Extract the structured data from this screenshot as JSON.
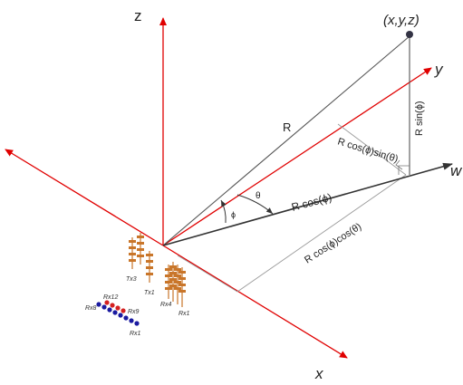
{
  "axes": {
    "z": "z",
    "y": "y",
    "x": "x",
    "w": "w"
  },
  "point_label": "(x,y,z)",
  "vector_labels": {
    "R": "R",
    "R_sin_phi": "R sin(ϕ)",
    "R_cos_phi": "R cos(ϕ)",
    "R_cos_phi_sin_theta": "R cos(ϕ)sin(θ)",
    "R_cos_phi_cos_theta": "R cos(ϕ)cos(θ)"
  },
  "angle_labels": {
    "theta": "θ",
    "phi": "ϕ"
  },
  "antenna_labels": {
    "tx3": "Tx3",
    "tx1": "Tx1",
    "rx4": "Rx4",
    "rx1_top": "Rx1",
    "rx8": "Rx8",
    "rx12": "Rx12",
    "rx9": "Rx9",
    "rx1_bottom": "Rx1"
  },
  "colors": {
    "axis_red": "#e00000",
    "vector_dark": "#333333",
    "guide_gray": "#9a9a9a",
    "antenna_orange": "#c9762a",
    "virtual_rx_blue": "#1a1aa0",
    "virtual_rx_red": "#d42020",
    "point_fill": "#333344"
  }
}
